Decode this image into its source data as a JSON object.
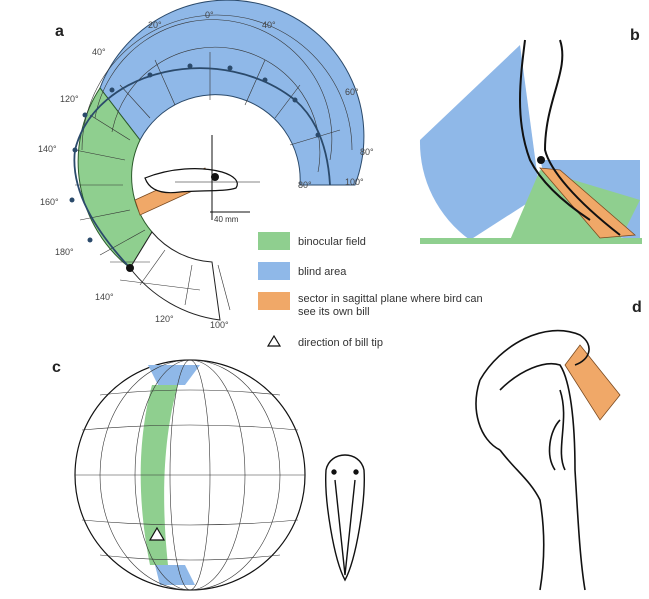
{
  "panels": {
    "a": "a",
    "b": "b",
    "c": "c",
    "d": "d"
  },
  "degree_labels": [
    "0°",
    "20°",
    "40°",
    "40°",
    "60°",
    "80°",
    "100°",
    "120°",
    "140°",
    "160°",
    "180°",
    "140°",
    "120°",
    "100°",
    "80°"
  ],
  "legend": {
    "binocular": "binocular field",
    "blind": "blind area",
    "sector_line1": "sector in sagittal plane where bird can",
    "sector_line2": "see its own bill",
    "bill_tip": "direction of bill tip"
  },
  "scale_bar": "40 mm",
  "colors": {
    "binocular": "#8fcf8f",
    "blind": "#8fb8e8",
    "sector": "#f0a868",
    "line": "#222222"
  }
}
